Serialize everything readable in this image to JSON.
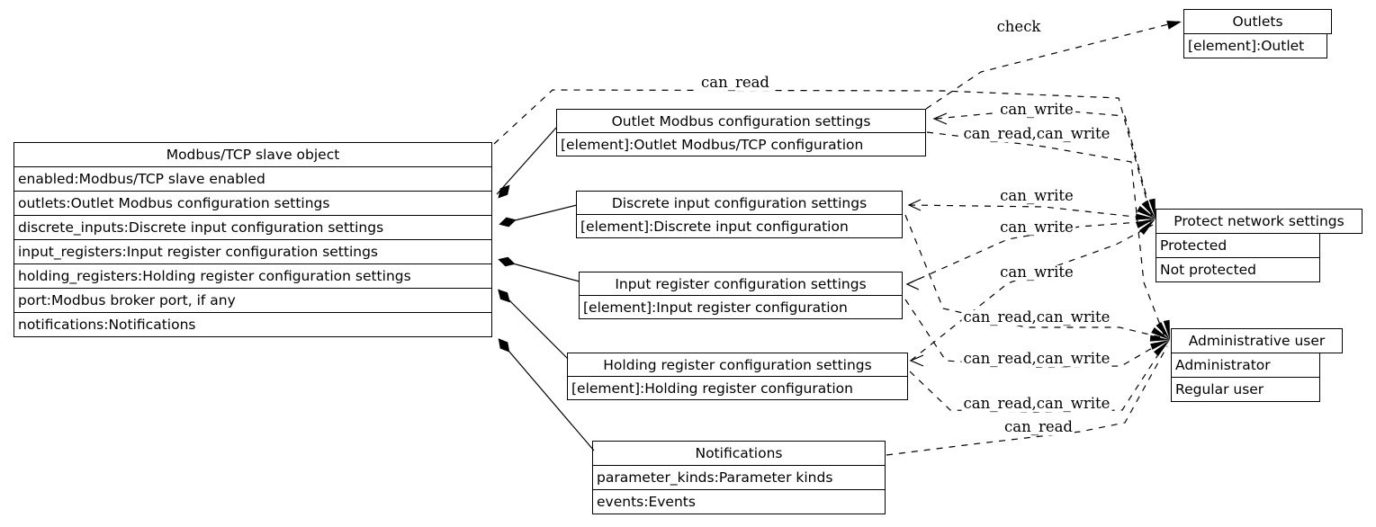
{
  "colors": {
    "background": "#ffffff",
    "line": "#000000",
    "text": "#000000"
  },
  "nodes": {
    "modbus_slave": {
      "title": "Modbus/TCP slave object",
      "rows": [
        "enabled:Modbus/TCP slave enabled",
        "outlets:Outlet Modbus configuration settings",
        "discrete_inputs:Discrete input configuration settings",
        "input_registers:Input register configuration settings",
        "holding_registers:Holding register configuration settings",
        "port:Modbus broker port, if any",
        "notifications:Notifications"
      ]
    },
    "outlet_modbus_config": {
      "title": "Outlet Modbus configuration settings",
      "rows": [
        "[element]:Outlet Modbus/TCP configuration"
      ]
    },
    "discrete_input_config": {
      "title": "Discrete input configuration settings",
      "rows": [
        "[element]:Discrete input configuration"
      ]
    },
    "input_register_config": {
      "title": "Input register configuration settings",
      "rows": [
        "[element]:Input register configuration"
      ]
    },
    "holding_register_config": {
      "title": "Holding register configuration settings",
      "rows": [
        "[element]:Holding register configuration"
      ]
    },
    "notifications": {
      "title": "Notifications",
      "rows": [
        "parameter_kinds:Parameter kinds",
        "events:Events"
      ]
    },
    "outlets": {
      "title": "Outlets",
      "rows": [
        "[element]:Outlet"
      ]
    },
    "protect_network": {
      "title": "Protect network settings",
      "rows": [
        "Protected",
        "Not protected"
      ]
    },
    "admin_user": {
      "title": "Administrative user",
      "rows": [
        "Administrator",
        "Regular user"
      ]
    }
  },
  "compositions": [
    {
      "from_row": "outlets",
      "to": "outlet_modbus_config"
    },
    {
      "from_row": "discrete_inputs",
      "to": "discrete_input_config"
    },
    {
      "from_row": "input_registers",
      "to": "input_register_config"
    },
    {
      "from_row": "holding_registers",
      "to": "holding_register_config"
    },
    {
      "from_row": "notifications",
      "to": "notifications"
    }
  ],
  "edges": [
    {
      "from": "outlet_modbus_config",
      "to": "outlets",
      "label": "check"
    },
    {
      "from": "modbus_slave",
      "to": "protect_network",
      "label": "can_read"
    },
    {
      "from": "outlet_modbus_config",
      "to": "protect_network",
      "label": "can_write"
    },
    {
      "from": "outlet_modbus_config",
      "to": "admin_user",
      "label": "can_read,can_write"
    },
    {
      "from": "discrete_input_config",
      "to": "protect_network",
      "label": "can_write"
    },
    {
      "from": "input_register_config",
      "to": "protect_network",
      "label": "can_write"
    },
    {
      "from": "holding_register_config",
      "to": "protect_network",
      "label": "can_write"
    },
    {
      "from": "discrete_input_config",
      "to": "admin_user",
      "label": "can_read,can_write"
    },
    {
      "from": "input_register_config",
      "to": "admin_user",
      "label": "can_read,can_write"
    },
    {
      "from": "holding_register_config",
      "to": "admin_user",
      "label": "can_read,can_write"
    },
    {
      "from": "notifications",
      "to": "admin_user",
      "label": "can_read"
    }
  ]
}
